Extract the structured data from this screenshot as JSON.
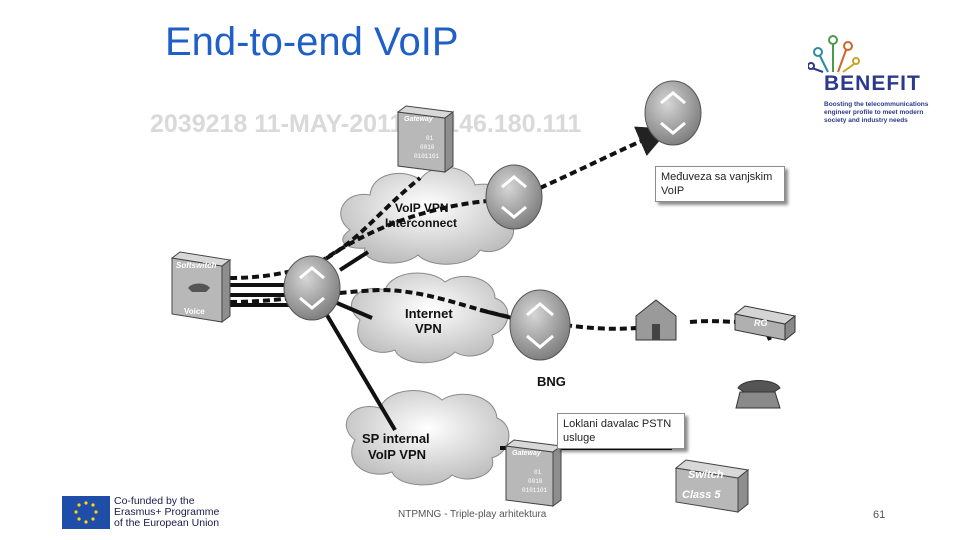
{
  "slide": {
    "title": "End-to-end VoIP",
    "watermark": "2039218 11-MAY-2011 89.146.180.111",
    "footer": "NTPMNG - Triple-play arhitektura",
    "page_number": "61"
  },
  "logo": {
    "name": "BENEFIT",
    "tagline": "Boosting the telecommunications engineer profile to meet modern society and industry needs"
  },
  "eu_badge": {
    "line1": "Co-funded by the",
    "line2": "Erasmus+ Programme",
    "line3": "of the European Union"
  },
  "callouts": {
    "interconnect": "Međuveza sa vanjskim VoIP",
    "pstn": "Loklani davalac PSTN usluge"
  },
  "diagram": {
    "clouds": {
      "voip_interconnect": [
        "VoIP VPN",
        "Interconnect"
      ],
      "internet": [
        "Internet",
        "VPN"
      ],
      "sp_internal": [
        "SP internal",
        "VoIP VPN"
      ]
    },
    "devices": {
      "softswitch_label": "Softswitch",
      "softswitch_sub": "Voice",
      "gateway_label": "Gateway",
      "gateway_bits": [
        "01",
        "0010",
        "0101101"
      ],
      "bng_label": "BNG",
      "rg_label": "RG",
      "switch_label": "Switch",
      "switch_sub": "Class 5"
    }
  }
}
